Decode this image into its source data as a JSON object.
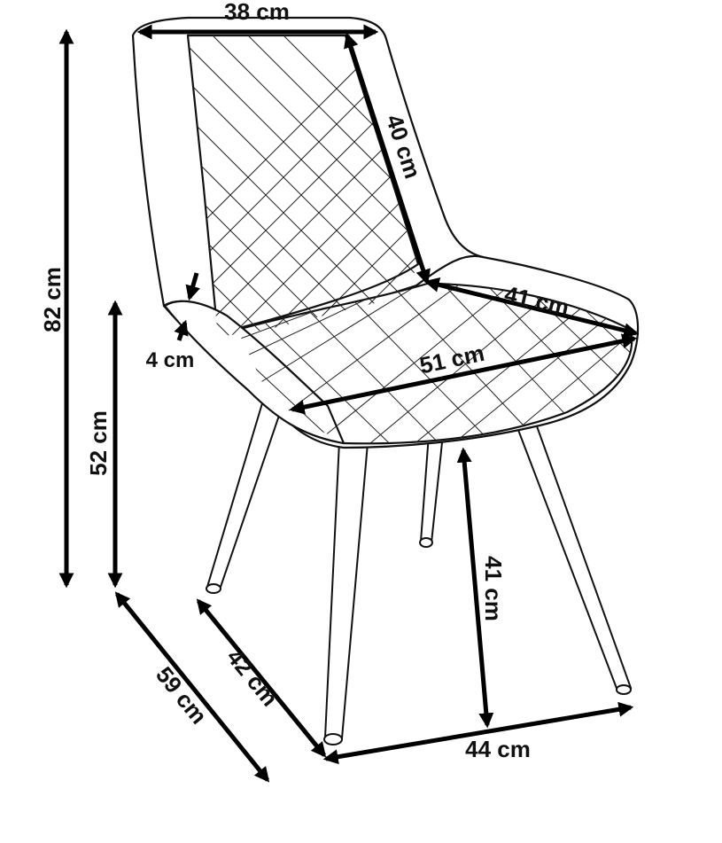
{
  "dimensions": {
    "back_width": "38 cm",
    "back_height": "40 cm",
    "seat_depth": "41 cm",
    "seat_width": "51 cm",
    "cushion_thickness": "4 cm",
    "total_height": "82 cm",
    "armrest_height": "52 cm",
    "seat_height": "41 cm",
    "total_depth": "59 cm",
    "leg_depth": "42 cm",
    "leg_width": "44 cm"
  },
  "colors": {
    "line": "#111111",
    "background": "#ffffff"
  }
}
